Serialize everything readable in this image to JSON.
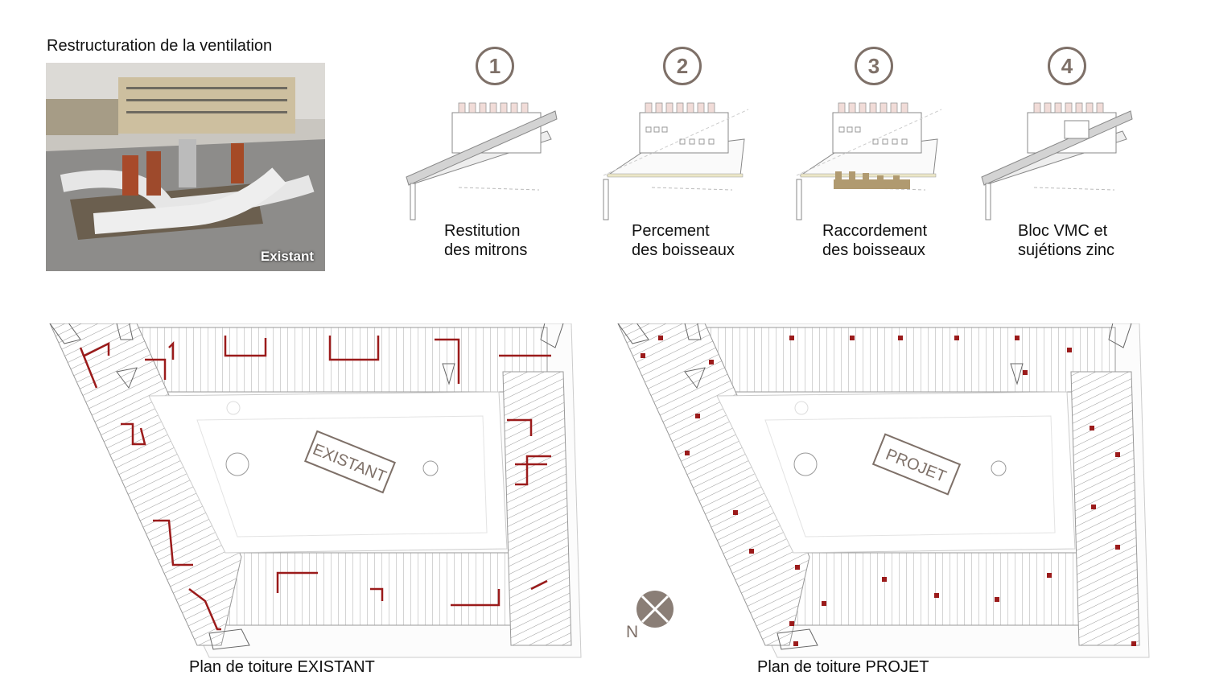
{
  "header": {
    "title": "Restructuration de la ventilation"
  },
  "photo": {
    "label": "Existant"
  },
  "steps": [
    {
      "number": "1",
      "label": "Restitution\ndes mitrons"
    },
    {
      "number": "2",
      "label": "Percement\ndes boisseaux"
    },
    {
      "number": "3",
      "label": "Raccordement\ndes boisseaux"
    },
    {
      "number": "4",
      "label": "Bloc VMC et\nsujétions zinc"
    }
  ],
  "plans": [
    {
      "stamp": "EXISTANT",
      "caption": "Plan de toiture EXISTANT"
    },
    {
      "stamp": "PROJET",
      "caption": "Plan de toiture PROJET"
    }
  ],
  "north": {
    "label": "N"
  },
  "colors": {
    "accent": "#7e7068",
    "duct": "#9b1b1b"
  }
}
